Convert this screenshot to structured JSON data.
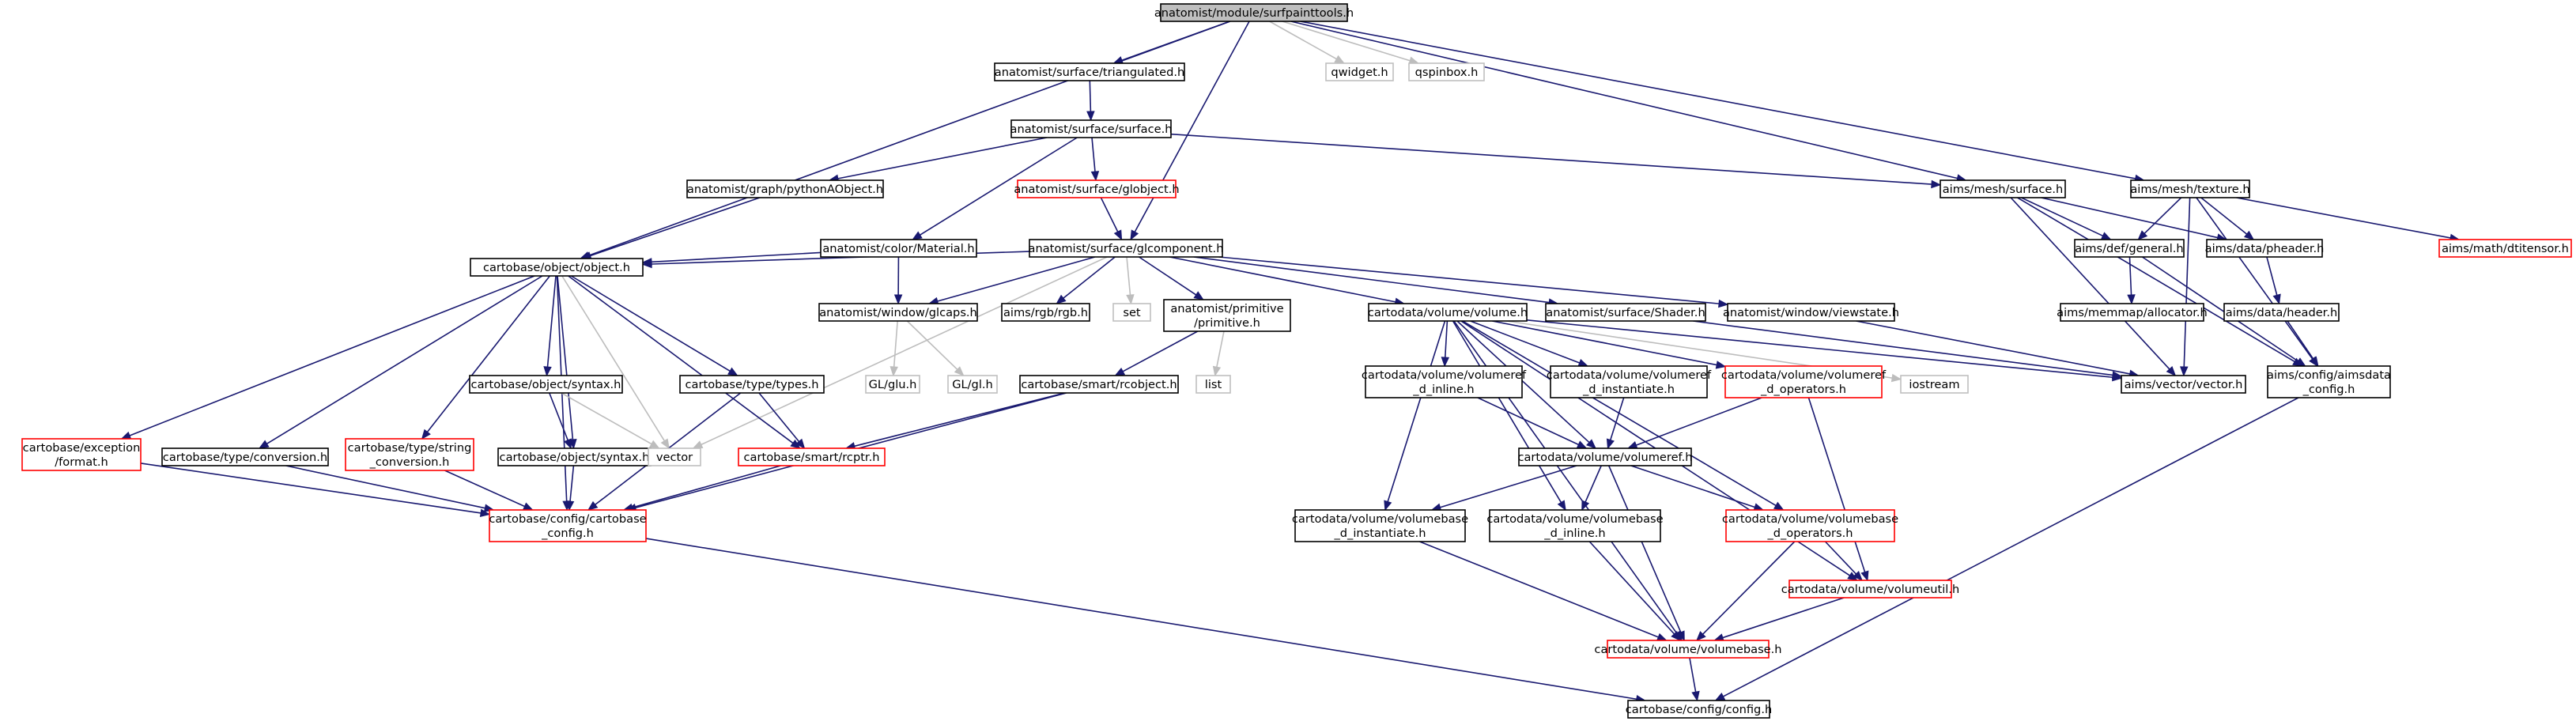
{
  "colors": {
    "edge": "#191970",
    "edge_external": "#bdbdbd",
    "node_border": "#000000",
    "node_border_incomplete": "#ff0000",
    "node_border_external": "#bfbfbf",
    "root_fill": "#bfbfbf",
    "text": "#000000"
  },
  "graph": {
    "title": "",
    "nodes": [
      {
        "id": "root",
        "kind": "root",
        "lines": [
          "anatomist/module/surfpainttools.h"
        ]
      },
      {
        "id": "triangulated",
        "kind": "normal",
        "lines": [
          "anatomist/surface/triangulated.h"
        ]
      },
      {
        "id": "qwidget",
        "kind": "external",
        "lines": [
          "qwidget.h"
        ]
      },
      {
        "id": "qspinbox",
        "kind": "external",
        "lines": [
          "qspinbox.h"
        ]
      },
      {
        "id": "asurface",
        "kind": "normal",
        "lines": [
          "anatomist/surface/surface.h"
        ]
      },
      {
        "id": "pythonaobject",
        "kind": "normal",
        "lines": [
          "anatomist/graph/pythonAObject.h"
        ]
      },
      {
        "id": "globject",
        "kind": "incomplete",
        "lines": [
          "anatomist/surface/globject.h"
        ]
      },
      {
        "id": "aimssurface",
        "kind": "normal",
        "lines": [
          "aims/mesh/surface.h"
        ]
      },
      {
        "id": "texture",
        "kind": "normal",
        "lines": [
          "aims/mesh/texture.h"
        ]
      },
      {
        "id": "material",
        "kind": "normal",
        "lines": [
          "anatomist/color/Material.h"
        ]
      },
      {
        "id": "glcomponent",
        "kind": "normal",
        "lines": [
          "anatomist/surface/glcomponent.h"
        ]
      },
      {
        "id": "general",
        "kind": "normal",
        "lines": [
          "aims/def/general.h"
        ]
      },
      {
        "id": "pheader",
        "kind": "normal",
        "lines": [
          "aims/data/pheader.h"
        ]
      },
      {
        "id": "dtitensor",
        "kind": "incomplete",
        "lines": [
          "aims/math/dtitensor.h"
        ]
      },
      {
        "id": "object",
        "kind": "normal",
        "lines": [
          "cartobase/object/object.h"
        ]
      },
      {
        "id": "glcaps",
        "kind": "normal",
        "lines": [
          "anatomist/window/glcaps.h"
        ]
      },
      {
        "id": "rgb",
        "kind": "normal",
        "lines": [
          "aims/rgb/rgb.h"
        ]
      },
      {
        "id": "set",
        "kind": "external",
        "lines": [
          "set"
        ]
      },
      {
        "id": "primitive",
        "kind": "normal",
        "lines": [
          "anatomist/primitive",
          "/primitive.h"
        ]
      },
      {
        "id": "volume",
        "kind": "normal",
        "lines": [
          "cartodata/volume/volume.h"
        ]
      },
      {
        "id": "shader",
        "kind": "normal",
        "lines": [
          "anatomist/surface/Shader.h"
        ]
      },
      {
        "id": "viewstate",
        "kind": "normal",
        "lines": [
          "anatomist/window/viewstate.h"
        ]
      },
      {
        "id": "allocator",
        "kind": "normal",
        "lines": [
          "aims/memmap/allocator.h"
        ]
      },
      {
        "id": "header",
        "kind": "normal",
        "lines": [
          "aims/data/header.h"
        ]
      },
      {
        "id": "osyntax",
        "kind": "normal",
        "lines": [
          "cartobase/object/syntax.h"
        ]
      },
      {
        "id": "types",
        "kind": "normal",
        "lines": [
          "cartobase/type/types.h"
        ]
      },
      {
        "id": "glu",
        "kind": "external",
        "lines": [
          "GL/glu.h"
        ]
      },
      {
        "id": "gl",
        "kind": "external",
        "lines": [
          "GL/gl.h"
        ]
      },
      {
        "id": "rcobject",
        "kind": "normal",
        "lines": [
          "cartobase/smart/rcobject.h"
        ]
      },
      {
        "id": "list",
        "kind": "external",
        "lines": [
          "list"
        ]
      },
      {
        "id": "vrinline",
        "kind": "normal",
        "lines": [
          "cartodata/volume/volumeref",
          "_d_inline.h"
        ]
      },
      {
        "id": "vrinst",
        "kind": "normal",
        "lines": [
          "cartodata/volume/volumeref",
          "_d_instantiate.h"
        ]
      },
      {
        "id": "vrops",
        "kind": "incomplete",
        "lines": [
          "cartodata/volume/volumeref",
          "_d_operators.h"
        ]
      },
      {
        "id": "iostream",
        "kind": "external",
        "lines": [
          "iostream"
        ]
      },
      {
        "id": "vector_h",
        "kind": "normal",
        "lines": [
          "aims/vector/vector.h"
        ]
      },
      {
        "id": "aimsdataconfig",
        "kind": "normal",
        "lines": [
          "aims/config/aimsdata",
          "_config.h"
        ]
      },
      {
        "id": "format",
        "kind": "incomplete",
        "lines": [
          "cartobase/exception",
          "/format.h"
        ]
      },
      {
        "id": "conversion",
        "kind": "normal",
        "lines": [
          "cartobase/type/conversion.h"
        ]
      },
      {
        "id": "strconv",
        "kind": "incomplete",
        "lines": [
          "cartobase/type/string",
          "_conversion.h"
        ]
      },
      {
        "id": "syntax2",
        "kind": "normal",
        "lines": [
          "cartobase/object/syntax.h"
        ]
      },
      {
        "id": "vector",
        "kind": "external",
        "lines": [
          "vector"
        ]
      },
      {
        "id": "rcptr",
        "kind": "incomplete",
        "lines": [
          "cartobase/smart/rcptr.h"
        ]
      },
      {
        "id": "volumeref",
        "kind": "normal",
        "lines": [
          "cartodata/volume/volumeref.h"
        ]
      },
      {
        "id": "cbconfig",
        "kind": "incomplete",
        "lines": [
          "cartobase/config/cartobase",
          "_config.h"
        ]
      },
      {
        "id": "vbinst",
        "kind": "normal",
        "lines": [
          "cartodata/volume/volumebase",
          "_d_instantiate.h"
        ]
      },
      {
        "id": "vbinline",
        "kind": "normal",
        "lines": [
          "cartodata/volume/volumebase",
          "_d_inline.h"
        ]
      },
      {
        "id": "vbops",
        "kind": "incomplete",
        "lines": [
          "cartodata/volume/volumebase",
          "_d_operators.h"
        ]
      },
      {
        "id": "volumeutil",
        "kind": "incomplete",
        "lines": [
          "cartodata/volume/volumeutil.h"
        ]
      },
      {
        "id": "volumebase",
        "kind": "incomplete",
        "lines": [
          "cartodata/volume/volumebase.h"
        ]
      },
      {
        "id": "config",
        "kind": "normal",
        "lines": [
          "cartobase/config/config.h"
        ]
      }
    ],
    "edges": [
      [
        "root",
        "triangulated"
      ],
      [
        "root",
        "qwidget"
      ],
      [
        "root",
        "qspinbox"
      ],
      [
        "root",
        "object"
      ],
      [
        "root",
        "glcomponent"
      ],
      [
        "root",
        "aimssurface"
      ],
      [
        "root",
        "texture"
      ],
      [
        "triangulated",
        "asurface"
      ],
      [
        "asurface",
        "pythonaobject"
      ],
      [
        "asurface",
        "globject"
      ],
      [
        "asurface",
        "material"
      ],
      [
        "asurface",
        "aimssurface"
      ],
      [
        "pythonaobject",
        "object"
      ],
      [
        "globject",
        "glcomponent"
      ],
      [
        "material",
        "object"
      ],
      [
        "material",
        "glcaps"
      ],
      [
        "glcomponent",
        "object"
      ],
      [
        "glcomponent",
        "glcaps"
      ],
      [
        "glcomponent",
        "rgb"
      ],
      [
        "glcomponent",
        "set"
      ],
      [
        "glcomponent",
        "primitive"
      ],
      [
        "glcomponent",
        "volume"
      ],
      [
        "glcomponent",
        "shader"
      ],
      [
        "glcomponent",
        "viewstate"
      ],
      [
        "glcomponent",
        "vector"
      ],
      [
        "aimssurface",
        "general"
      ],
      [
        "aimssurface",
        "pheader"
      ],
      [
        "aimssurface",
        "vector_h"
      ],
      [
        "aimssurface",
        "aimsdataconfig"
      ],
      [
        "texture",
        "general"
      ],
      [
        "texture",
        "pheader"
      ],
      [
        "texture",
        "dtitensor"
      ],
      [
        "texture",
        "aimsdataconfig"
      ],
      [
        "texture",
        "vector_h"
      ],
      [
        "general",
        "allocator"
      ],
      [
        "general",
        "aimsdataconfig"
      ],
      [
        "pheader",
        "header"
      ],
      [
        "header",
        "aimsdataconfig"
      ],
      [
        "aimsdataconfig",
        "config"
      ],
      [
        "object",
        "osyntax"
      ],
      [
        "object",
        "types"
      ],
      [
        "object",
        "format"
      ],
      [
        "object",
        "conversion"
      ],
      [
        "object",
        "strconv"
      ],
      [
        "object",
        "syntax2"
      ],
      [
        "object",
        "rcptr"
      ],
      [
        "object",
        "cbconfig"
      ],
      [
        "object",
        "vector"
      ],
      [
        "osyntax",
        "syntax2"
      ],
      [
        "osyntax",
        "vector"
      ],
      [
        "types",
        "rcptr"
      ],
      [
        "types",
        "cbconfig"
      ],
      [
        "glcaps",
        "glu"
      ],
      [
        "glcaps",
        "gl"
      ],
      [
        "primitive",
        "rcobject"
      ],
      [
        "primitive",
        "list"
      ],
      [
        "rcobject",
        "rcptr"
      ],
      [
        "rcobject",
        "cbconfig"
      ],
      [
        "rcptr",
        "cbconfig"
      ],
      [
        "format",
        "cbconfig"
      ],
      [
        "conversion",
        "cbconfig"
      ],
      [
        "strconv",
        "cbconfig"
      ],
      [
        "syntax2",
        "cbconfig"
      ],
      [
        "cbconfig",
        "config"
      ],
      [
        "volume",
        "vrinline"
      ],
      [
        "volume",
        "vrinst"
      ],
      [
        "volume",
        "vrops"
      ],
      [
        "volume",
        "volumeref"
      ],
      [
        "volume",
        "vbinst"
      ],
      [
        "volume",
        "vbinline"
      ],
      [
        "volume",
        "vbops"
      ],
      [
        "volume",
        "volumeutil"
      ],
      [
        "volume",
        "volumebase"
      ],
      [
        "volume",
        "iostream"
      ],
      [
        "volume",
        "vector_h"
      ],
      [
        "vrinline",
        "volumeref"
      ],
      [
        "vrinst",
        "volumeref"
      ],
      [
        "vrops",
        "volumeref"
      ],
      [
        "vrops",
        "volumeutil"
      ],
      [
        "volumeref",
        "vbinst"
      ],
      [
        "volumeref",
        "vbinline"
      ],
      [
        "volumeref",
        "vbops"
      ],
      [
        "volumeref",
        "volumebase"
      ],
      [
        "vbinst",
        "volumebase"
      ],
      [
        "vbinline",
        "volumebase"
      ],
      [
        "vbops",
        "volumeutil"
      ],
      [
        "vbops",
        "volumebase"
      ],
      [
        "volumeutil",
        "volumebase"
      ],
      [
        "volumebase",
        "config"
      ],
      [
        "shader",
        "vector_h"
      ],
      [
        "viewstate",
        "vector_h"
      ]
    ]
  }
}
